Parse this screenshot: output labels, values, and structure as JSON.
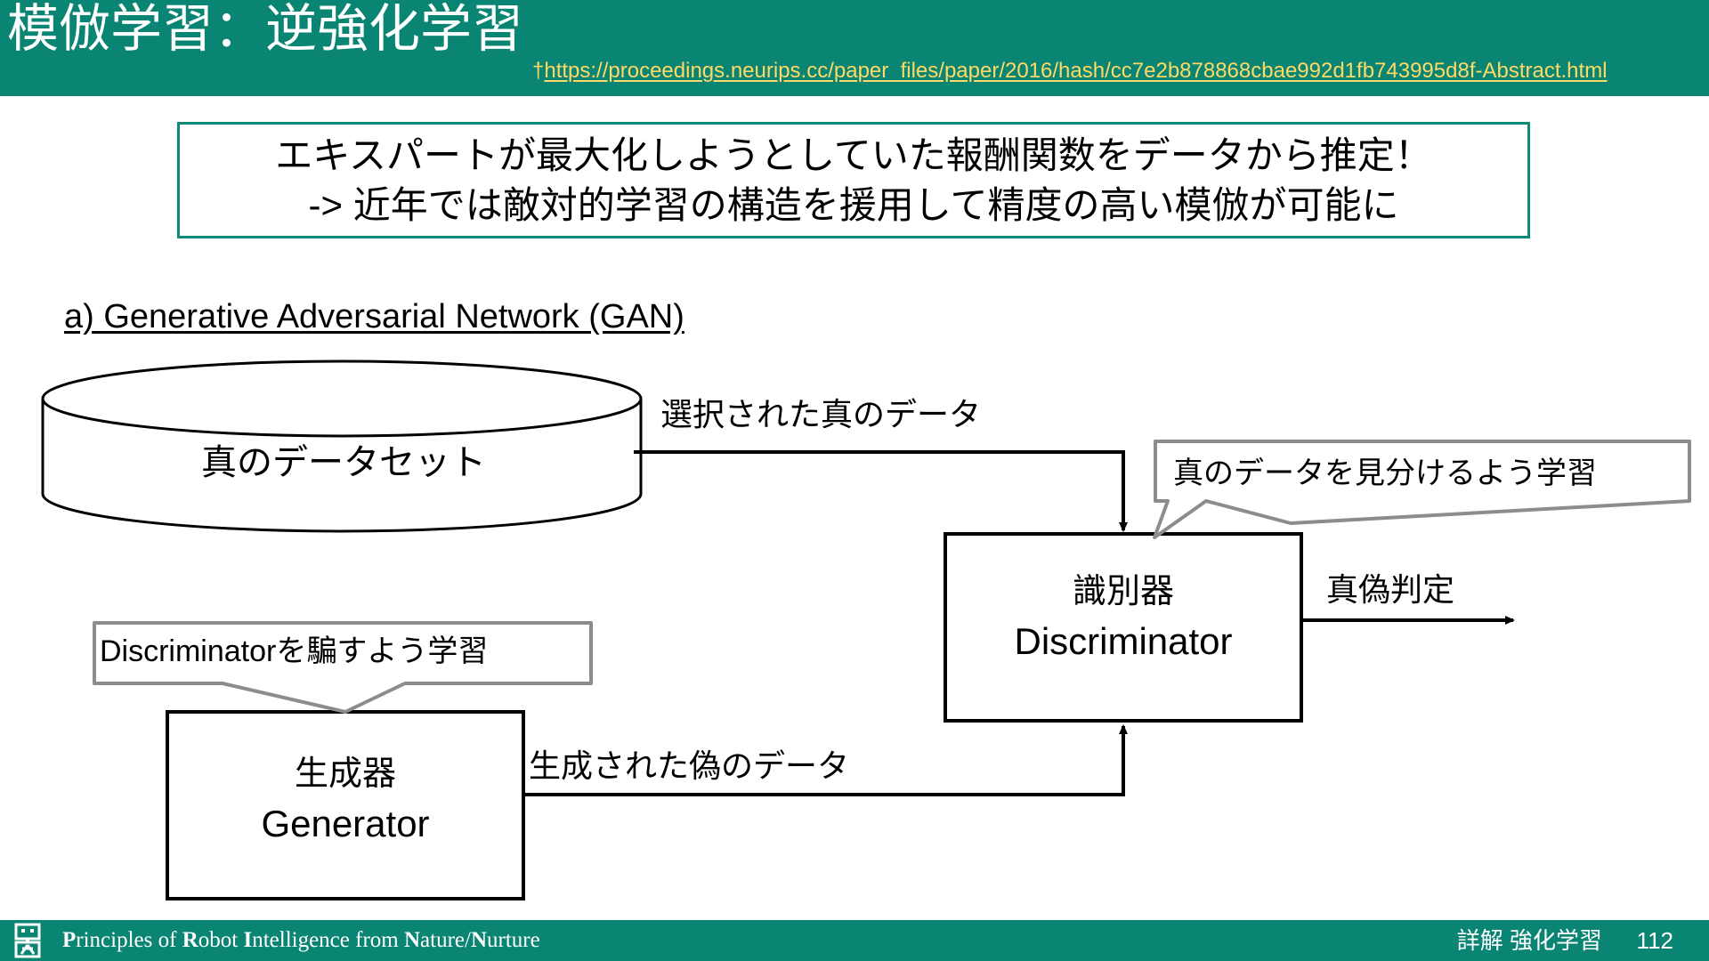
{
  "header": {
    "title": "模倣学習：逆強化学習",
    "reference_marker": "†",
    "reference_url": "https://proceedings.neurips.cc/paper_files/paper/2016/hash/cc7e2b878868cbae992d1fb743995d8f-Abstract.html",
    "background_color": "#0a8573",
    "title_color": "#ffffff",
    "link_color": "#ffd966"
  },
  "summary": {
    "line1": "エキスパートが最大化しようとしていた報酬関数をデータから推定！",
    "line2": "-> 近年では敵対的学習の構造を援用して精度の高い模倣が可能に",
    "border_color": "#0e8b78"
  },
  "section": {
    "heading": "a) Generative Adversarial Network (GAN)"
  },
  "diagram": {
    "dataset_label": "真のデータセット",
    "edge_selected_real": "選択された真のデータ",
    "callout_real": "真のデータを見分けるよう学習",
    "discriminator_ja": "識別器",
    "discriminator_en": "Discriminator",
    "edge_verdict": "真偽判定",
    "callout_fool": "Discriminatorを騙すよう学習",
    "generator_ja": "生成器",
    "generator_en": "Generator",
    "edge_fake_data": "生成された偽のデータ",
    "line_color": "#000000",
    "callout_border_color": "#8c8c8c"
  },
  "footer": {
    "brand_prefix_p": "P",
    "brand_rest_1": "rinciples of ",
    "brand_prefix_r": "R",
    "brand_rest_2": "obot ",
    "brand_prefix_i": "I",
    "brand_rest_3": "ntelligence from ",
    "brand_prefix_n": "N",
    "brand_rest_4": "ature/",
    "brand_prefix_n2": "N",
    "brand_rest_5": "urture",
    "book_title": "詳解 強化学習",
    "page_number": "112",
    "background_color": "#0a8573"
  }
}
